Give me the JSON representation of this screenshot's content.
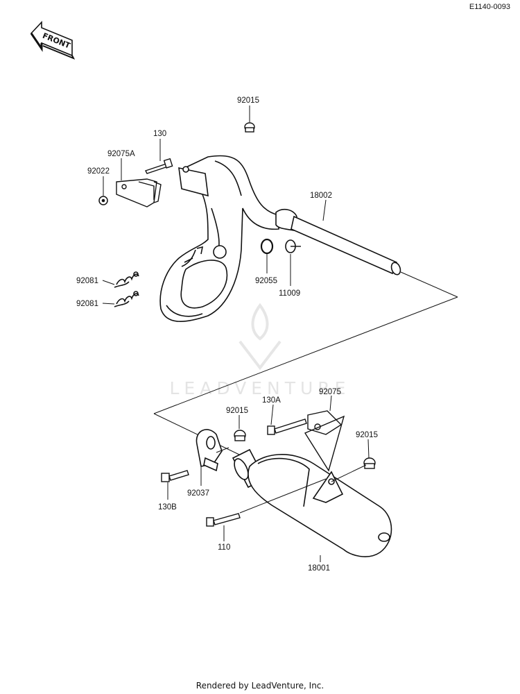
{
  "diagram": {
    "code": "E1140-0093",
    "front_label": "FRONT",
    "watermark": "LEADVENTURE",
    "footer": "Rendered by LeadVenture, Inc.",
    "parts": {
      "p92015_top": "92015",
      "p130": "130",
      "p92075A": "92075A",
      "p92022": "92022",
      "p18002": "18002",
      "p92081_a": "92081",
      "p92081_b": "92081",
      "p92055": "92055",
      "p11009": "11009",
      "p130A": "130A",
      "p92075": "92075",
      "p92015_mid": "92015",
      "p92015_right": "92015",
      "p92037": "92037",
      "p130B": "130B",
      "p110": "110",
      "p18001": "18001"
    }
  }
}
